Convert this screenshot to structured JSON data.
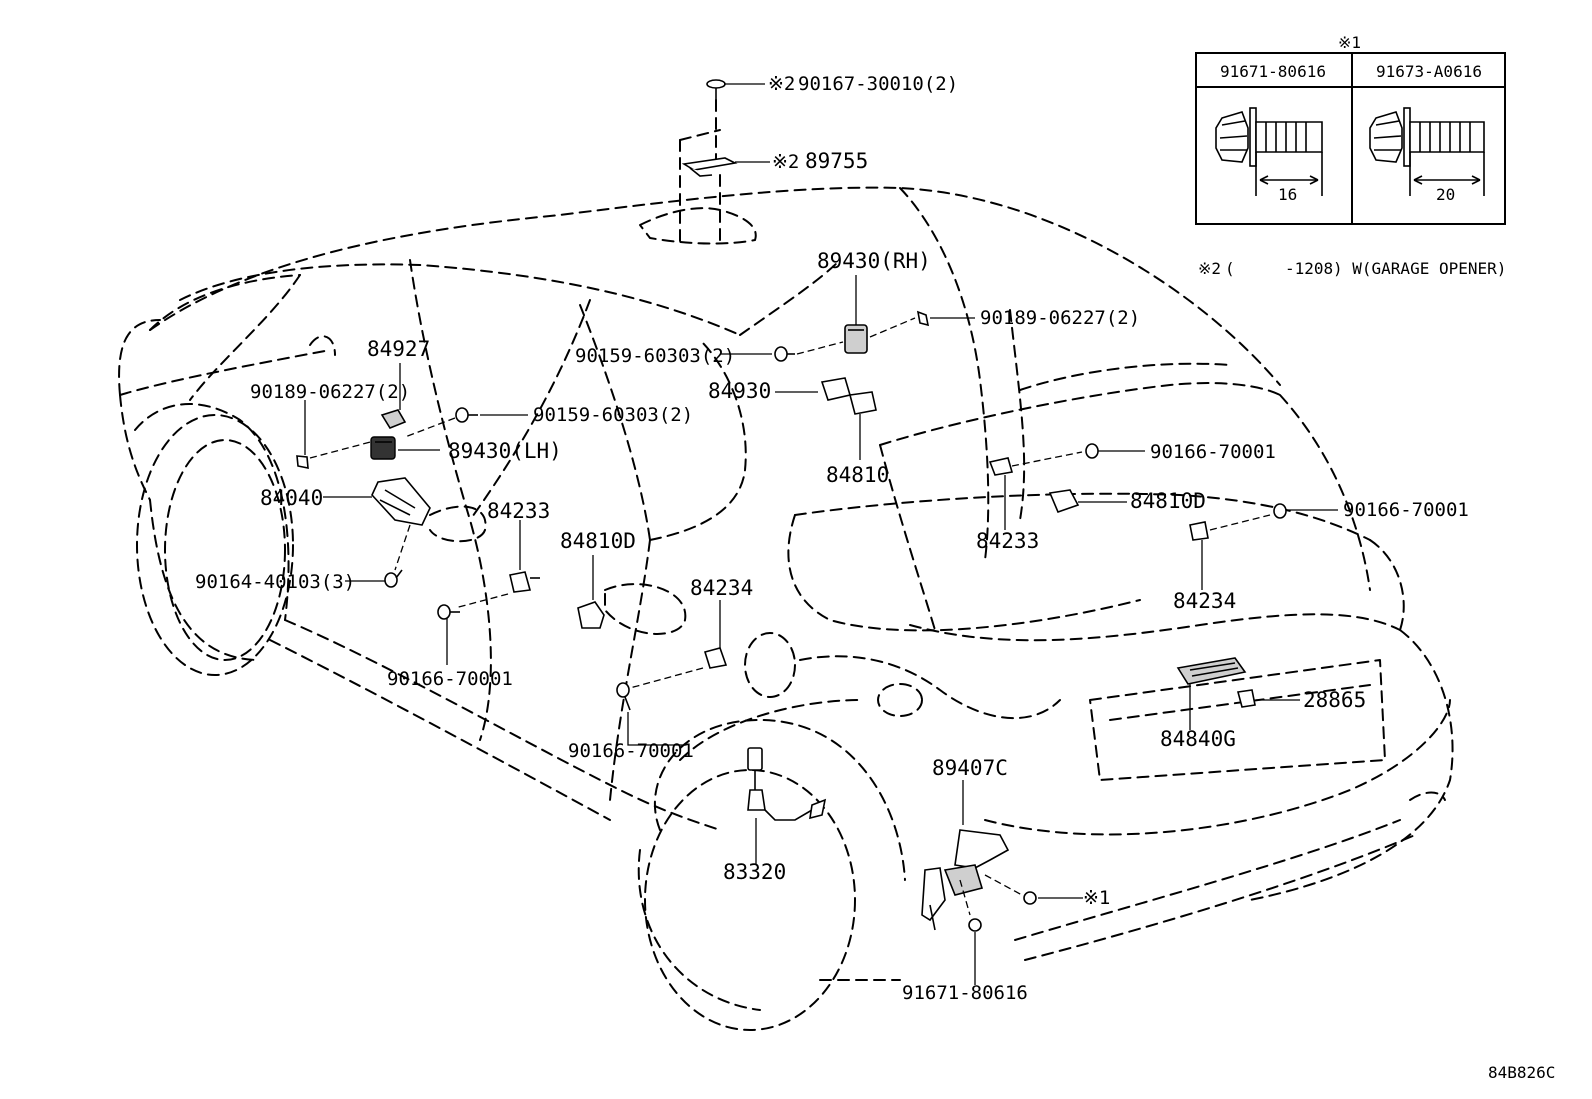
{
  "labels": {
    "p89430rh": "89430(RH)",
    "p89430lh": "89430(LH)",
    "p89755": "89755",
    "p89755_mark": "※2",
    "p90167": "90167-30010(2)",
    "p90167_mark": "※2",
    "p84927": "84927",
    "p90189_left": "90189-06227(2)",
    "p90189_right": "90189-06227(2)",
    "p90159_center": "90159-60303(2)",
    "p90159_left": "90159-60303(2)",
    "p84930": "84930",
    "p84810": "84810",
    "p84040": "84040",
    "p84233_left": "84233",
    "p84233_right": "84233",
    "p90164": "90164-40103(3)",
    "p84810d_left": "84810D",
    "p84810d_right": "84810D",
    "p84234_center": "84234",
    "p84234_right": "84234",
    "p90166_a": "90166-70001",
    "p90166_b": "90166-70001",
    "p90166_c": "90166-70001",
    "p90166_d": "90166-70001",
    "p28865": "28865",
    "p84840g": "84840G",
    "p89407c": "89407C",
    "p83320": "83320",
    "p91671": "91671-80616",
    "mark1": "※1"
  },
  "bolt_table": {
    "title": "※1",
    "col1_part": "91671-80616",
    "col2_part": "91673-A0616",
    "col1_length": "16",
    "col2_length": "20"
  },
  "note": {
    "mark": "※2",
    "open": "(",
    "code": "-1208",
    "text": ") W(GARAGE OPENER)"
  },
  "figure_code": "84B826C"
}
